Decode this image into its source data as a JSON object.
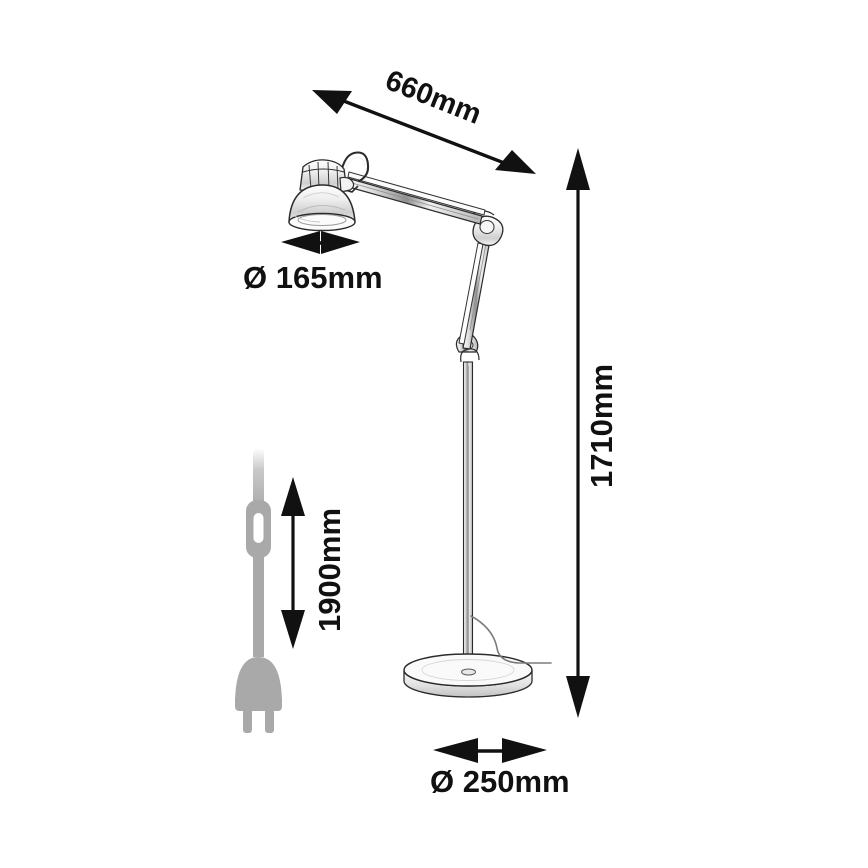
{
  "drawing": {
    "title": "Floor lamp dimension drawing",
    "background_color": "#ffffff",
    "line_color": "#1a1a1a",
    "accessory_color": "#a9a9a9",
    "units": "mm"
  },
  "dimensions": {
    "reach": {
      "id": "reach-660",
      "label": "660mm",
      "value": 660,
      "unit": "mm",
      "orientation": "diagonal",
      "arrow": "double",
      "prefix": ""
    },
    "shade_diameter": {
      "id": "shade-diameter-165",
      "label": "165mm",
      "value": 165,
      "unit": "mm",
      "orientation": "horizontal",
      "arrow": "double",
      "prefix": "Ø",
      "full_label": "Ø 165mm"
    },
    "total_height": {
      "id": "height-1710",
      "label": "1710mm",
      "value": 1710,
      "unit": "mm",
      "orientation": "vertical",
      "arrow": "double",
      "prefix": ""
    },
    "cable_length": {
      "id": "cable-1900",
      "label": "1900mm",
      "value": 1900,
      "unit": "mm",
      "orientation": "vertical",
      "arrow": "double",
      "prefix": ""
    },
    "base_diameter": {
      "id": "base-diameter-250",
      "label": "250mm",
      "value": 250,
      "unit": "mm",
      "orientation": "horizontal",
      "arrow": "double",
      "prefix": "Ø",
      "full_label": "Ø 250mm"
    }
  },
  "product_parts": {
    "shade": "lamp-shade-dome",
    "socket": "lamp-socket-housing",
    "spring_hook": "lamp-spring-hook",
    "upper_arm": "lamp-upper-arm",
    "elbow_joint": "lamp-elbow-joint",
    "lower_arm": "lamp-lower-arm",
    "pole_joint": "lamp-pole-joint",
    "pole": "lamp-pole",
    "base": "lamp-base-disc",
    "cable": "lamp-power-cable"
  },
  "accessory": {
    "cord": "power-cord",
    "switch": "inline-rocker-switch",
    "plug": "mains-plug"
  }
}
